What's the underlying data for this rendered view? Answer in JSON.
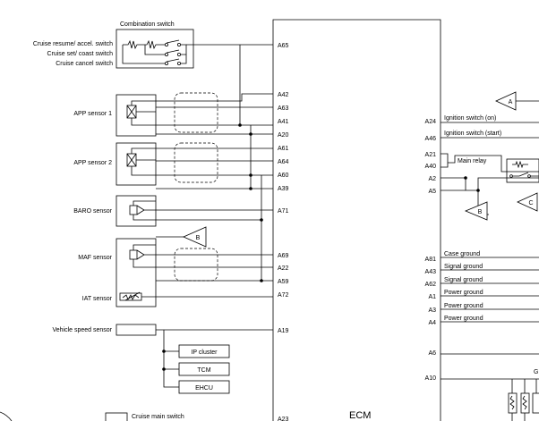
{
  "ecm_label": "ECM",
  "combination_switch": {
    "title": "Combination switch",
    "switches": [
      "Cruise resume/ accel. switch",
      "Cruise set/ coast switch",
      "Cruise cancel switch"
    ]
  },
  "sensors": {
    "app1": "APP sensor 1",
    "app2": "APP sensor 2",
    "baro": "BARO sensor",
    "maf": "MAF sensor",
    "iat": "IAT sensor",
    "vss": "Vehicle speed sensor"
  },
  "vss_targets": [
    "IP cluster",
    "TCM",
    "EHCU"
  ],
  "cruise_main_switch": "Cruise main switch",
  "left_pins": [
    "A65",
    "A42",
    "A63",
    "A41",
    "A20",
    "A61",
    "A64",
    "A60",
    "A39",
    "A71",
    "A69",
    "A22",
    "A59",
    "A72",
    "A19"
  ],
  "right_pins": [
    "A24",
    "A46",
    "A21",
    "A40",
    "A2",
    "A5",
    "A81",
    "A43",
    "A62",
    "A1",
    "A3",
    "A4",
    "A6",
    "A10"
  ],
  "right_signals": {
    "ign_on": "Ignition switch (on)",
    "ign_start": "Ignition switch (start)",
    "main_relay": "Main relay",
    "grounds": [
      "Case ground",
      "Signal ground",
      "Signal ground",
      "Power ground",
      "Power ground",
      "Power ground"
    ]
  },
  "connectors": [
    "A",
    "B",
    "C",
    "B"
  ],
  "cut_label": "G"
}
